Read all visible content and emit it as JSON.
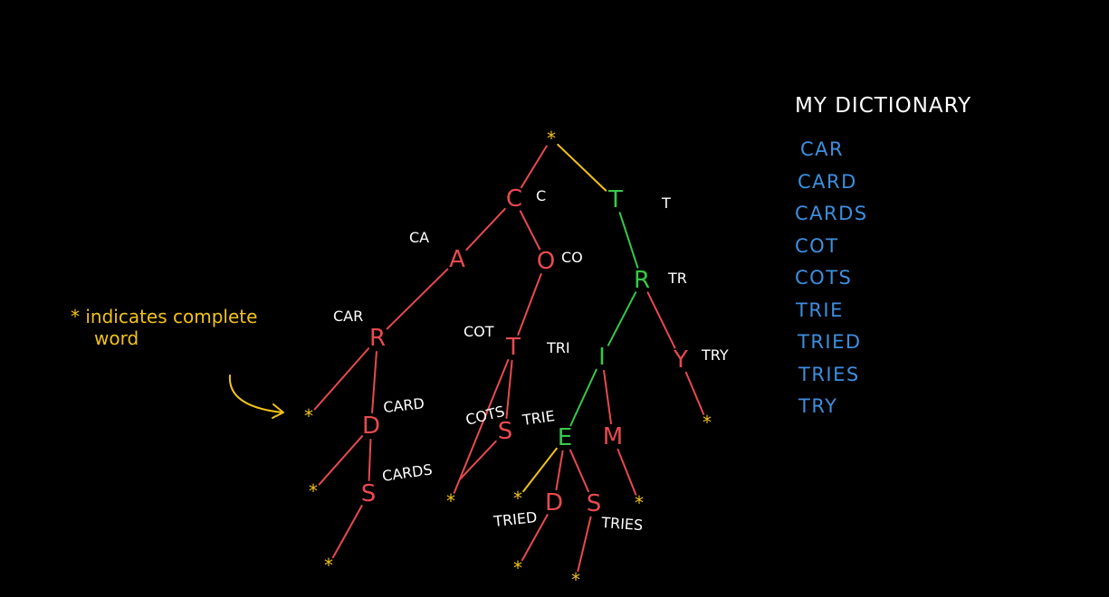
{
  "dictionary": {
    "title": "MY DICTIONARY",
    "words": [
      "CAR",
      "CARD",
      "CARDS",
      "COT",
      "COTS",
      "TRIE",
      "TRIED",
      "TRIES",
      "TRY"
    ]
  },
  "legend": {
    "line1": "* indicates complete",
    "line2": "word"
  },
  "colors": {
    "edge_red": "#e84a4f",
    "edge_green": "#36c94a",
    "edge_yellow": "#f2c21a",
    "node_red": "#e84a4f",
    "node_green": "#36c94a",
    "star": "#f2c21a",
    "prefix_text": "#ffffff",
    "dictionary_word": "#3d8fe0"
  },
  "trie": {
    "root": "*",
    "nodes": [
      {
        "id": "root",
        "letter": "*",
        "kind": "star"
      },
      {
        "id": "C",
        "letter": "C",
        "kind": "letter",
        "color": "red",
        "prefix": "C"
      },
      {
        "id": "T",
        "letter": "T",
        "kind": "letter",
        "color": "green",
        "prefix": "T"
      },
      {
        "id": "A",
        "letter": "A",
        "kind": "letter",
        "color": "red",
        "prefix": "CA"
      },
      {
        "id": "O",
        "letter": "O",
        "kind": "letter",
        "color": "red",
        "prefix": "CO"
      },
      {
        "id": "TR_R",
        "letter": "R",
        "kind": "letter",
        "color": "green",
        "prefix": "TR"
      },
      {
        "id": "CA_R",
        "letter": "R",
        "kind": "letter",
        "color": "red",
        "prefix": "CAR"
      },
      {
        "id": "CO_T",
        "letter": "T",
        "kind": "letter",
        "color": "red",
        "prefix": "COT"
      },
      {
        "id": "I",
        "letter": "I",
        "kind": "letter",
        "color": "green",
        "prefix": "TRI"
      },
      {
        "id": "Y",
        "letter": "Y",
        "kind": "letter",
        "color": "red",
        "prefix": "TRY"
      },
      {
        "id": "CAR_end",
        "letter": "*",
        "kind": "star"
      },
      {
        "id": "D",
        "letter": "D",
        "kind": "letter",
        "color": "red",
        "prefix": "CARD"
      },
      {
        "id": "COT_S",
        "letter": "S",
        "kind": "letter",
        "color": "red",
        "prefix": "COTS"
      },
      {
        "id": "E",
        "letter": "E",
        "kind": "letter",
        "color": "green",
        "prefix": "TRIE"
      },
      {
        "id": "M",
        "letter": "M",
        "kind": "letter",
        "color": "red"
      },
      {
        "id": "TRY_end",
        "letter": "*",
        "kind": "star"
      },
      {
        "id": "CARD_end",
        "letter": "*",
        "kind": "star"
      },
      {
        "id": "CARD_S",
        "letter": "S",
        "kind": "letter",
        "color": "red",
        "prefix": "CARDS"
      },
      {
        "id": "COT_end",
        "letter": "*",
        "kind": "star"
      },
      {
        "id": "TRIE_end",
        "letter": "*",
        "kind": "star"
      },
      {
        "id": "TRIE_D",
        "letter": "D",
        "kind": "letter",
        "color": "red",
        "prefix": "TRIED"
      },
      {
        "id": "TRIE_S",
        "letter": "S",
        "kind": "letter",
        "color": "red",
        "prefix": "TRIES"
      },
      {
        "id": "M_end",
        "letter": "*",
        "kind": "star"
      },
      {
        "id": "CARDS_end",
        "letter": "*",
        "kind": "star"
      },
      {
        "id": "TRIED_end",
        "letter": "*",
        "kind": "star"
      },
      {
        "id": "TRIES_end",
        "letter": "*",
        "kind": "star"
      }
    ],
    "edges": [
      {
        "from": "root",
        "to": "C",
        "color": "red"
      },
      {
        "from": "root",
        "to": "T",
        "color": "yellow"
      },
      {
        "from": "C",
        "to": "A",
        "color": "red"
      },
      {
        "from": "C",
        "to": "O",
        "color": "red"
      },
      {
        "from": "T",
        "to": "TR_R",
        "color": "green"
      },
      {
        "from": "A",
        "to": "CA_R",
        "color": "red"
      },
      {
        "from": "O",
        "to": "CO_T",
        "color": "red"
      },
      {
        "from": "TR_R",
        "to": "I",
        "color": "green"
      },
      {
        "from": "TR_R",
        "to": "Y",
        "color": "red"
      },
      {
        "from": "CA_R",
        "to": "CAR_end",
        "color": "red"
      },
      {
        "from": "CA_R",
        "to": "D",
        "color": "red"
      },
      {
        "from": "CO_T",
        "to": "COT_end",
        "color": "red"
      },
      {
        "from": "CO_T",
        "to": "COT_S",
        "color": "red"
      },
      {
        "from": "I",
        "to": "E",
        "color": "green"
      },
      {
        "from": "I",
        "to": "M",
        "color": "red"
      },
      {
        "from": "Y",
        "to": "TRY_end",
        "color": "red"
      },
      {
        "from": "D",
        "to": "CARD_end",
        "color": "red"
      },
      {
        "from": "D",
        "to": "CARD_S",
        "color": "red"
      },
      {
        "from": "COT_S",
        "to": "COTS_end_hidden",
        "color": "red"
      },
      {
        "from": "E",
        "to": "TRIE_end",
        "color": "yellow"
      },
      {
        "from": "E",
        "to": "TRIE_D",
        "color": "red"
      },
      {
        "from": "E",
        "to": "TRIE_S",
        "color": "red"
      },
      {
        "from": "M",
        "to": "M_end",
        "color": "red"
      },
      {
        "from": "CARD_S",
        "to": "CARDS_end",
        "color": "red"
      },
      {
        "from": "TRIE_D",
        "to": "TRIED_end",
        "color": "red"
      },
      {
        "from": "TRIE_S",
        "to": "TRIES_end",
        "color": "red"
      }
    ]
  }
}
